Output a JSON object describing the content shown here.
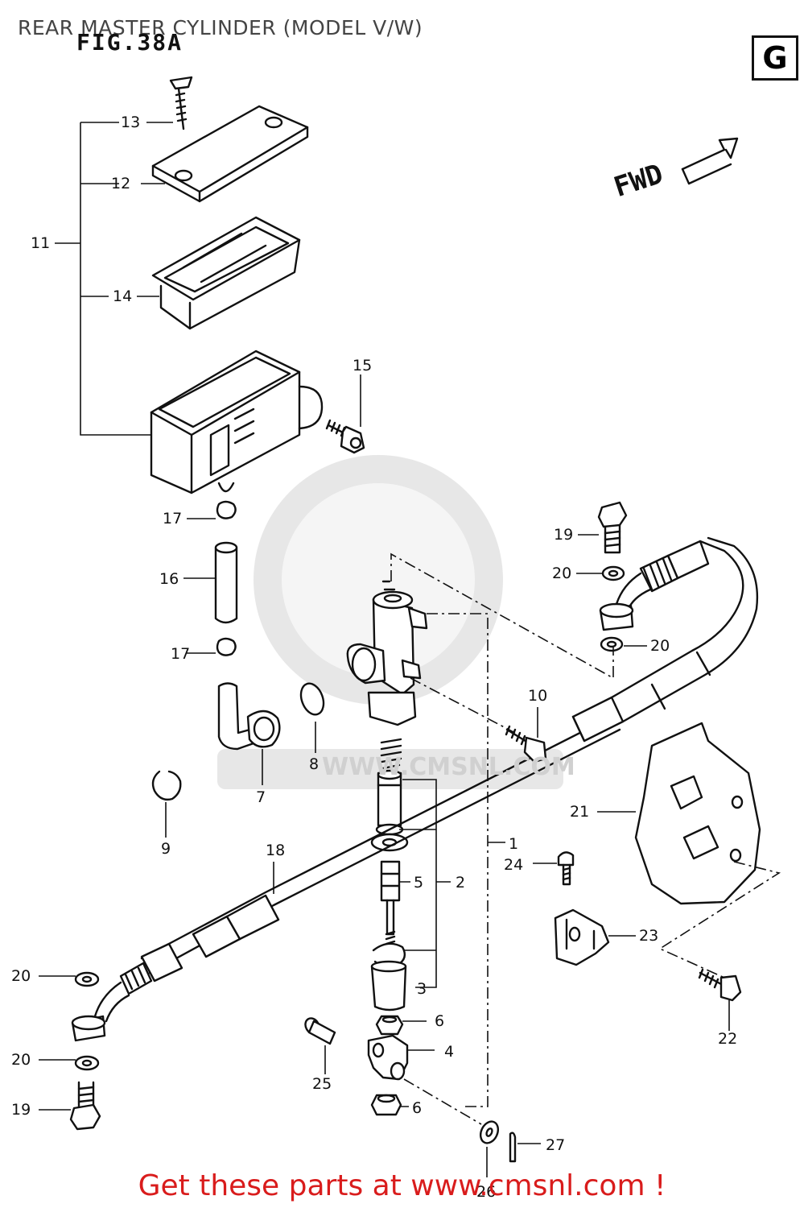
{
  "header": {
    "title": "REAR MASTER CYLINDER (MODEL V/W)",
    "figure": "FIG.38A",
    "section": "G"
  },
  "direction_label": "FWD",
  "watermark_text": "WWW.CMSNL.COM",
  "footer": {
    "link_text": "Get these parts at www.cmsnl.com !"
  },
  "callouts": {
    "c1": "1",
    "c2": "2",
    "c3": "3",
    "c4": "4",
    "c5": "5",
    "c6a": "6",
    "c6b": "6",
    "c7": "7",
    "c8": "8",
    "c9": "9",
    "c10": "10",
    "c11": "11",
    "c12": "12",
    "c13": "13",
    "c14": "14",
    "c15": "15",
    "c16": "16",
    "c17a": "17",
    "c17b": "17",
    "c18": "18",
    "c19a": "19",
    "c19b": "19",
    "c20a": "20",
    "c20b": "20",
    "c20c": "20",
    "c20d": "20",
    "c21": "21",
    "c22": "22",
    "c23": "23",
    "c24": "24",
    "c25": "25",
    "c26": "26",
    "c27": "27"
  }
}
